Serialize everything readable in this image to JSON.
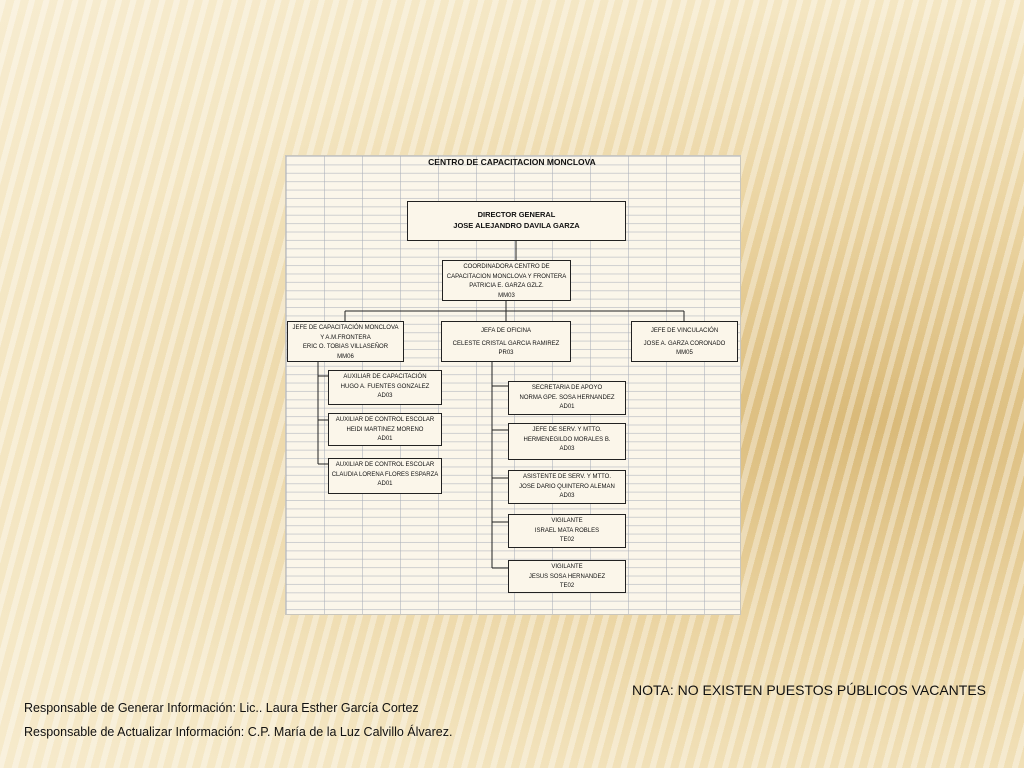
{
  "chart": {
    "title": "CENTRO DE CAPACITACION MONCLOVA",
    "director": {
      "line1": "DIRECTOR GENERAL",
      "line2": "JOSE ALEJANDRO DAVILA GARZA"
    },
    "coordinadora": {
      "line1": "COORDINADORA CENTRO DE",
      "line2": "CAPACITACION MONCLOVA Y FRONTERA",
      "line3": "PATRICIA E. GARZA GZLZ.",
      "code": "MM03"
    },
    "jefe_capacitacion": {
      "line1": "JEFE DE CAPACITACIÓN MONCLOVA",
      "line2": "Y A.M.FRONTERA",
      "line3": "ERIC O. TOBIAS VILLASEÑOR",
      "code": "MM06"
    },
    "jefa_oficina": {
      "line1": "JEFA DE OFICINA",
      "line2": "CELESTE CRISTAL GARCIA RAMIREZ",
      "code": "PR03"
    },
    "jefe_vinculacion": {
      "line1": "JEFE DE VINCULACIÓN",
      "line2": "JOSE A. GARZA CORONADO",
      "code": "MM05"
    },
    "aux_capacitacion": {
      "line1": "AUXILIAR DE CAPACITACIÓN",
      "line2": "HUGO A. FUENTES GONZALEZ",
      "code": "AD03"
    },
    "aux_control_1": {
      "line1": "AUXILIAR DE CONTROL ESCOLAR",
      "line2": "HEIDI MARTINEZ MORENO",
      "code": "AD01"
    },
    "aux_control_2": {
      "line1": "AUXILIAR DE CONTROL ESCOLAR",
      "line2": "CLAUDIA LORENA FLORES ESPARZA",
      "code": "AD01"
    },
    "secretaria": {
      "line1": "SECRETARIA DE APOYO",
      "line2": "NORMA GPE. SOSA HERNANDEZ",
      "code": "AD01"
    },
    "jefe_serv": {
      "line1": "JEFE DE SERV. Y MTTO.",
      "line2": "HERMENEGILDO MORALES B.",
      "code": "AD03"
    },
    "asistente_serv": {
      "line1": "ASISTENTE DE SERV. Y MTTO.",
      "line2": "JOSE DARIO QUINTERO ALEMAN",
      "code": "AD03"
    },
    "vigilante_1": {
      "line1": "VIGILANTE",
      "line2": "ISRAEL MATA ROBLES",
      "code": "TE02"
    },
    "vigilante_2": {
      "line1": "VIGILANTE",
      "line2": "JESUS SOSA HERNANDEZ",
      "code": "TE02"
    }
  },
  "nota": "NOTA: NO EXISTEN PUESTOS PÚBLICOS VACANTES",
  "responsable_generar": "Responsable de Generar Información: Lic.. Laura Esther García Cortez",
  "responsable_actualizar": "Responsable de Actualizar Información: C.P. María de la Luz Calvillo Álvarez."
}
